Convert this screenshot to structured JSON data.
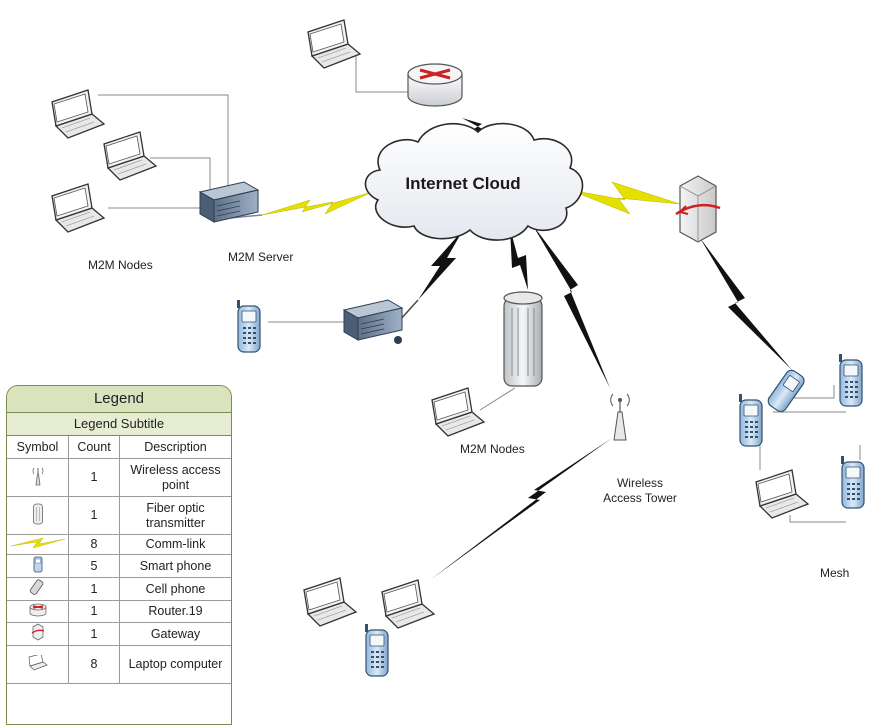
{
  "cloud": {
    "label": "Internet Cloud"
  },
  "labels": {
    "m2m_nodes_left": "M2M Nodes",
    "m2m_server": "M2M Server",
    "m2m_nodes_center": "M2M Nodes",
    "wireless_tower_line1": "Wireless",
    "wireless_tower_line2": "Access Tower",
    "mesh": "Mesh"
  },
  "legend": {
    "title": "Legend",
    "subtitle": "Legend Subtitle",
    "headers": [
      "Symbol",
      "Count",
      "Description"
    ],
    "rows": [
      {
        "icon": "wireless-access-point-icon",
        "count": "1",
        "description": "Wireless access point"
      },
      {
        "icon": "fiber-optic-transmitter-icon",
        "count": "1",
        "description": "Fiber optic transmitter"
      },
      {
        "icon": "comm-link-icon",
        "count": "8",
        "description": "Comm-link"
      },
      {
        "icon": "smart-phone-icon",
        "count": "5",
        "description": "Smart phone"
      },
      {
        "icon": "cell-phone-icon",
        "count": "1",
        "description": "Cell phone"
      },
      {
        "icon": "router-icon",
        "count": "1",
        "description": "Router.19"
      },
      {
        "icon": "gateway-icon",
        "count": "1",
        "description": "Gateway"
      },
      {
        "icon": "laptop-icon",
        "count": "8",
        "description": "Laptop computer"
      }
    ]
  },
  "colors": {
    "legend_header": "#d9e3bd",
    "legend_border": "#7d8a52",
    "comm_link_yellow": "#e6e000",
    "comm_link_black": "#111111",
    "router_red": "#cc2222"
  }
}
